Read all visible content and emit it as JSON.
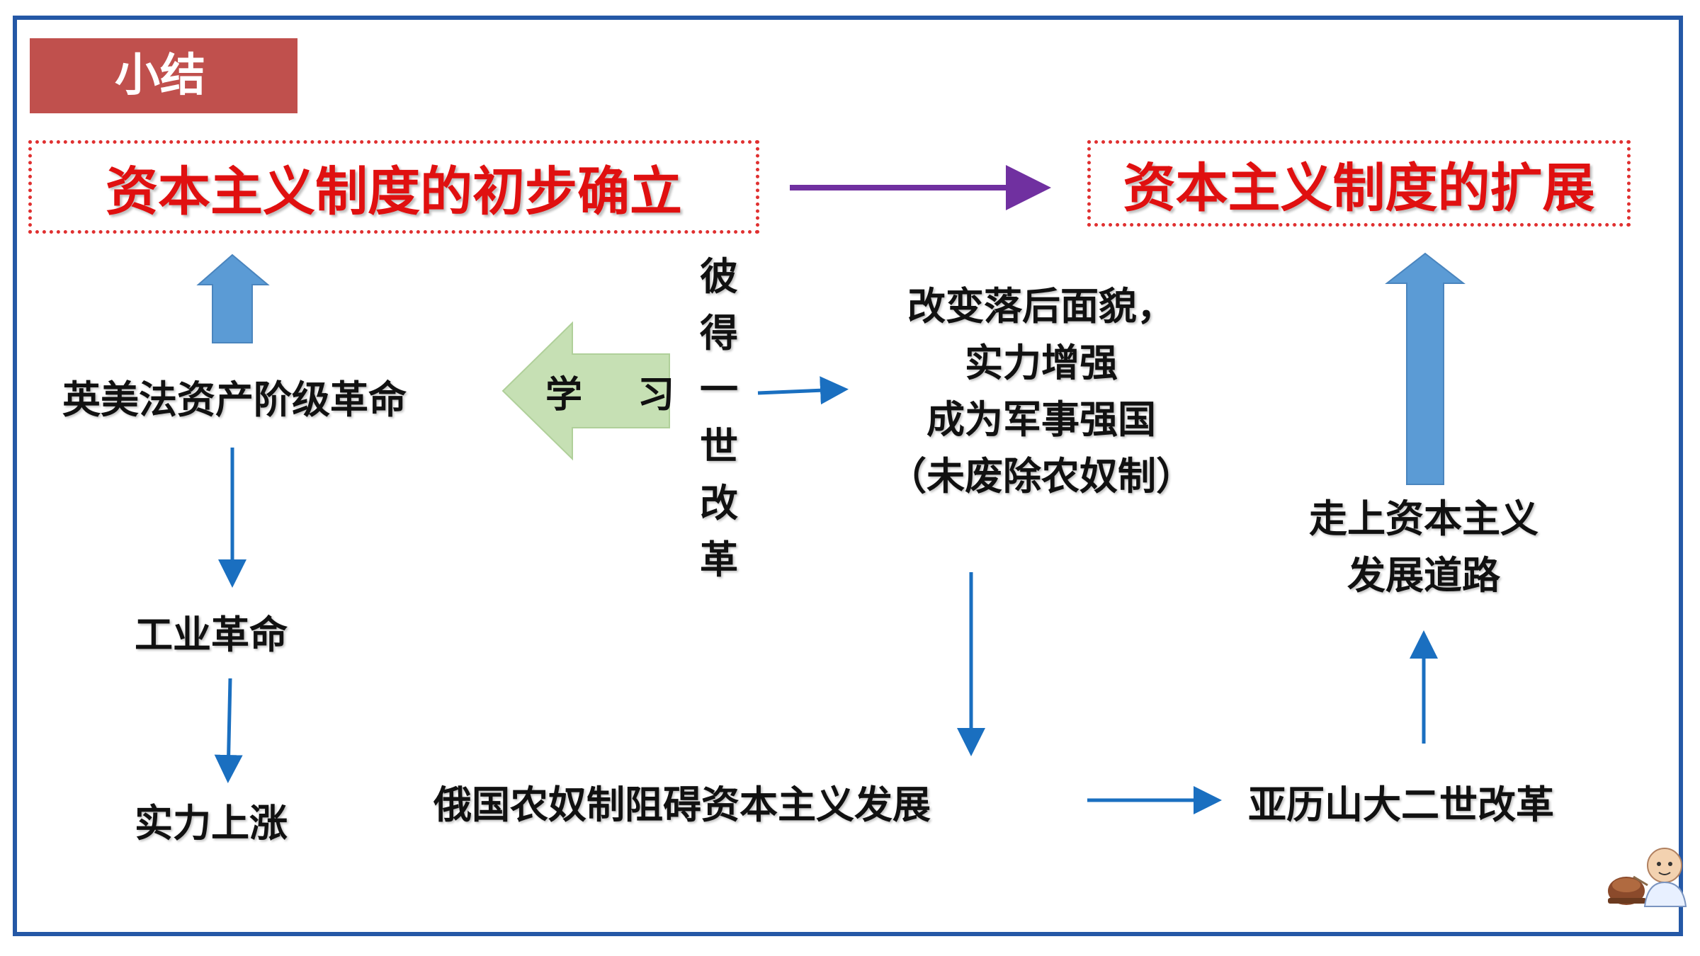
{
  "header": {
    "tag": "小结"
  },
  "titles": {
    "left": "资本主义制度的初步确立",
    "right": "资本主义制度的扩展"
  },
  "left_chain": {
    "revolution": "英美法资产阶级革命",
    "industrial": "工业革命",
    "strength": "实力上涨"
  },
  "learn_arrow": {
    "label": "学 习"
  },
  "peter": {
    "chars": [
      "彼",
      "得",
      "一",
      "世",
      "改",
      "革"
    ]
  },
  "peter_effects": {
    "lines": [
      "改变落后面貌，",
      "实力增强",
      "成为军事强国",
      "（未废除农奴制）"
    ]
  },
  "bottom": {
    "serfdom": "俄国农奴制阻碍资本主义发展",
    "alexander": "亚历山大二世改革"
  },
  "right_result": {
    "lines": [
      "走上资本主义",
      "发展道路"
    ]
  },
  "colors": {
    "frame": "#2458a6",
    "tag_bg": "#c0504d",
    "title_red": "#e01010",
    "purple_arrow": "#7030a0",
    "blue_arrow": "#1a6fc0",
    "block_arrow": "#5b9bd5",
    "learn_arrow": "#c6e0b4"
  }
}
